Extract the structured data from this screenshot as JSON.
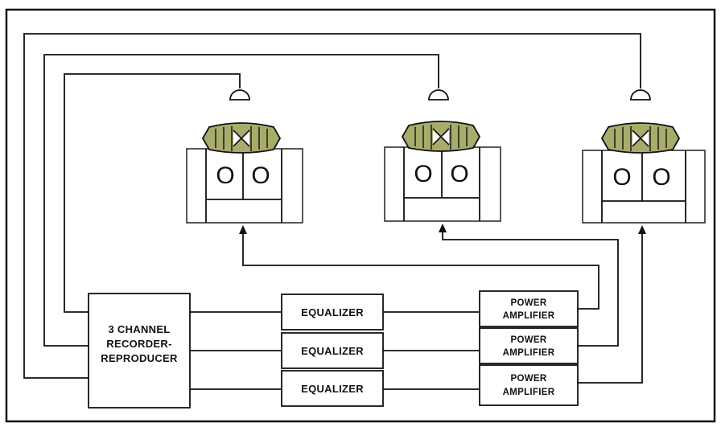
{
  "blocks": {
    "recorder": [
      "3 CHANNEL",
      "RECORDER-",
      "REPRODUCER"
    ],
    "equalizers": [
      "EQUALIZER",
      "EQUALIZER",
      "EQUALIZER"
    ],
    "amplifiers": [
      [
        "POWER",
        "AMPLIFIER"
      ],
      [
        "POWER",
        "AMPLIFIER"
      ],
      [
        "POWER",
        "AMPLIFIER"
      ]
    ]
  },
  "speaker_glyph": "O",
  "colors": {
    "line": "#111111",
    "horn_fill": "#a8ac6a",
    "background": "#ffffff"
  }
}
